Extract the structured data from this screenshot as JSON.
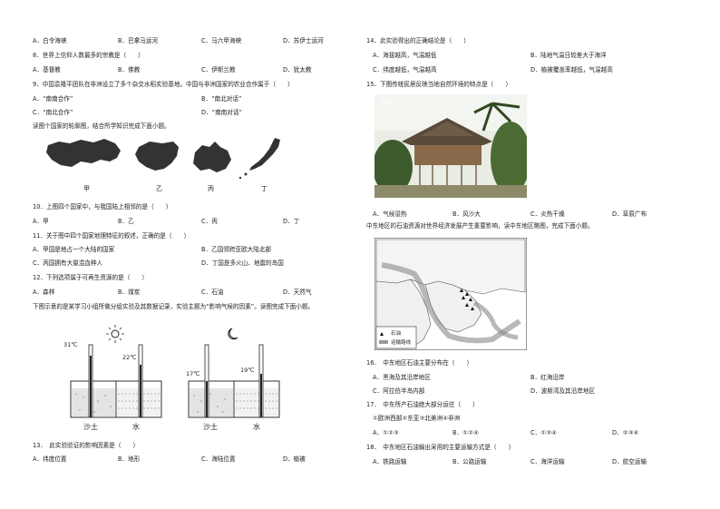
{
  "left": {
    "q7_opts": [
      "A．白令海峡",
      "B．巴拿马运河",
      "C．马六甲海峡",
      "D．苏伊士运河"
    ],
    "q8": "8．世界上信仰人数最多的宗教是（　　）",
    "q8_opts": [
      "A．基督教",
      "B．佛教",
      "C．伊斯兰教",
      "D．犹太教"
    ],
    "q9": "9．中国袁隆平团队在非洲设立了多个杂交水稻实验基地。中国与非洲国家的农业合作属于（　　）",
    "q9_opts": [
      "A．“南南合作”",
      "B．“南北对话”",
      "C．“南北合作”",
      "D．“南南对话”"
    ],
    "intro1": "读图个国家的轮廓图，结合所学知识完成下面小题。",
    "map_labels": [
      "甲",
      "乙",
      "丙",
      "丁"
    ],
    "q10": "10．上图四个国家中，与我国陆上相邻的是（　　）",
    "q10_opts": [
      "A．甲",
      "B．乙",
      "C．丙",
      "D．丁"
    ],
    "q11": "11．关于图中四个国家地理特征的叙述，正确的是（　　）",
    "q11_opts": [
      "A．甲国是地占一个大陆的国家",
      "B．乙国领跨亚欧大陆北部",
      "C．丙国拥有大量混血种人",
      "D．丁国是多火山、地震的岛国"
    ],
    "q12": "12．下列选项属于可再生资源的是（　　）",
    "q12_opts": [
      "A．森林",
      "B．煤炭",
      "C．石油",
      "D．天然气"
    ],
    "intro2": "下图示意的是某学习小组所做分组实验及其数据记录，实验主题为“影响气候的因素”。读图完成下面小题。",
    "temps": [
      "31℃",
      "22℃",
      "17℃",
      "19℃"
    ],
    "exp_labels": [
      "沙土",
      "水",
      "沙土",
      "水"
    ],
    "q13": "13．　此实验验证的影响因素是（　　）",
    "q13_opts": [
      "A．纬度位置",
      "B．地形",
      "C．海陆位置",
      "D．植被"
    ]
  },
  "right": {
    "q14": "14．此实验得出的正确结论是（　　）",
    "q14_opts": [
      "A．海拔越高，气温越低",
      "B．陆地气温日较差大于海洋",
      "C．纬度越低，气温越高",
      "D．植被覆盖率越低，气温越高"
    ],
    "q15": "15．下图传统民居反映当地自然环境的特点是（　　）",
    "photo_label": "竹楼",
    "q15_opts": [
      "A．气候湿热",
      "B．风沙大",
      "C．炎热干燥",
      "D．草原广布"
    ],
    "intro3": "中东地区的石油资源对世界经济发展产生重要影响，读中东地区略图，完成下面小题。",
    "legend": [
      "石油",
      "运输路线"
    ],
    "q16": "16．　中东地区石油主要分布在（　　）",
    "q16_opts": [
      "A．黑海及其沿岸地区",
      "B．红海沿岸",
      "C．阿拉伯半岛内部",
      "D．波斯湾及其沿岸地区"
    ],
    "q17": "17．　中东所产石油绝大部分运往（　　）",
    "q17_items": "①欧洲西部②东亚③北美洲④非洲",
    "q17_opts": [
      "A．①②③",
      "B．①②④",
      "C．①③④",
      "D．②③④"
    ],
    "q18": "18．　中东地区石油输出采用的主要运输方式是（　　）",
    "q18_opts": [
      "A．铁路运输",
      "B．公路运输",
      "C．海洋运输",
      "D．航空运输"
    ]
  }
}
